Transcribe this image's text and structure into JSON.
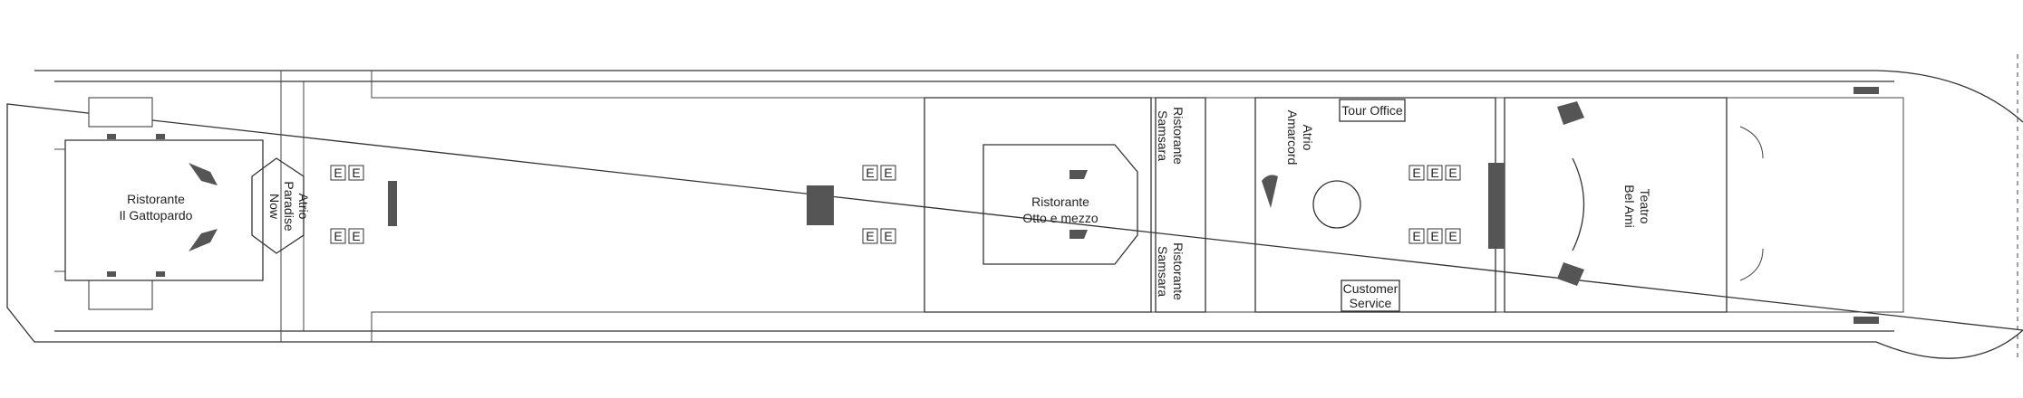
{
  "deck_plan": {
    "areas": {
      "gattopardo": [
        "Ristorante",
        "Il Gattopardo"
      ],
      "atrio_paradise": [
        "Atrio",
        "Paradise",
        "Now"
      ],
      "otto_e_mezzo": [
        "Ristorante",
        "Otto e mezzo"
      ],
      "samsara_top": [
        "Ristorante",
        "Samsara"
      ],
      "samsara_bottom": [
        "Ristorante",
        "Samsara"
      ],
      "atrio_amarcord": [
        "Atrio",
        "Amarcord"
      ],
      "tour_office": "Tour Office",
      "customer_service": [
        "Customer",
        "Service"
      ],
      "teatro": [
        "Teatro",
        "Bel Ami"
      ]
    },
    "lift_glyph": "E",
    "icons": [
      "elevator-icon",
      "staircase-icon"
    ]
  }
}
